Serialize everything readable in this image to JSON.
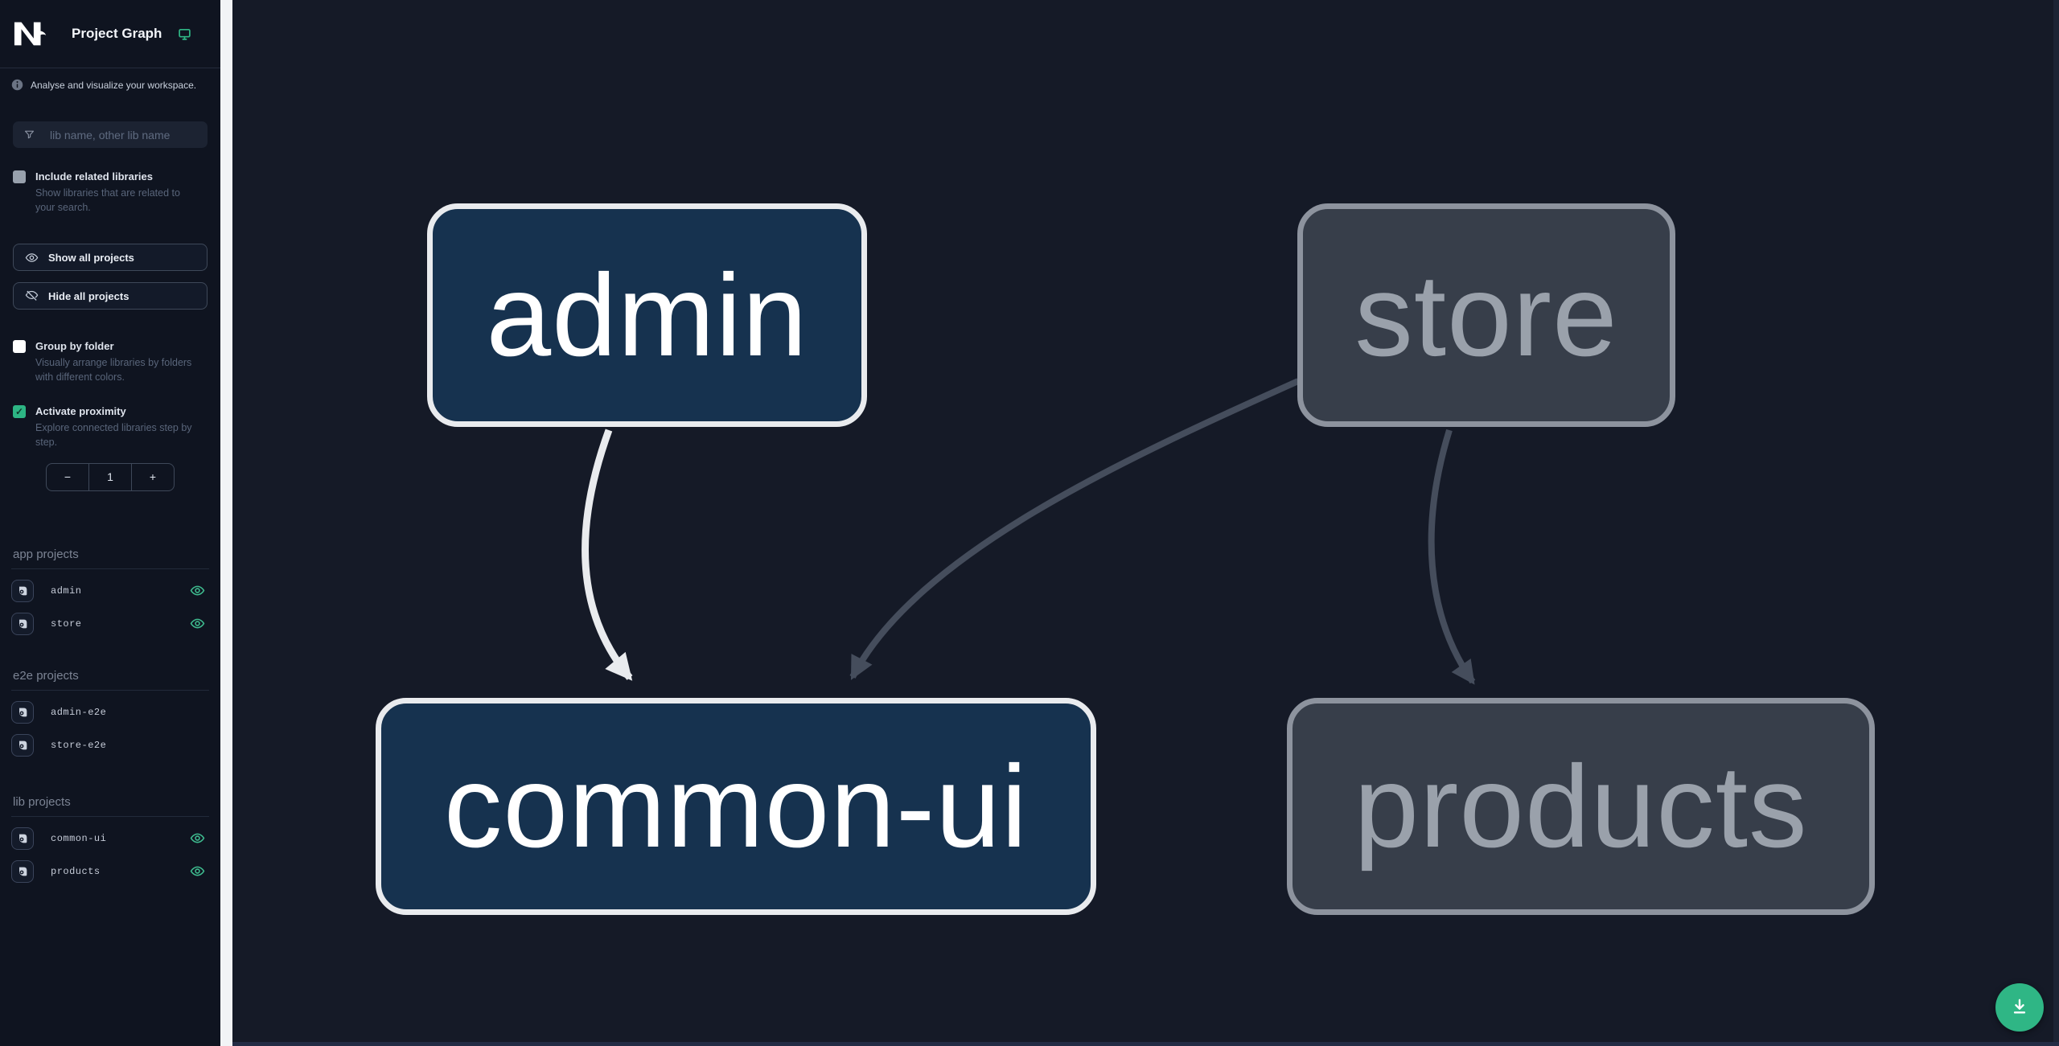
{
  "app": {
    "title": "Project Graph"
  },
  "sidebar": {
    "tagline": "Analyse and visualize your workspace.",
    "search": {
      "placeholder": "lib name, other lib name",
      "value": ""
    },
    "checkboxes": {
      "include_related": {
        "label": "Include related libraries",
        "description": "Show libraries that are related to your search.",
        "checked": false
      },
      "group_by_folder": {
        "label": "Group by folder",
        "description": "Visually arrange libraries by folders with different colors.",
        "checked": false
      },
      "activate_proximity": {
        "label": "Activate proximity",
        "description": "Explore connected libraries step by step.",
        "checked": true
      }
    },
    "buttons": {
      "show_all": "Show all projects",
      "hide_all": "Hide all projects"
    },
    "proximity_stepper": {
      "decrement": "−",
      "value": "1",
      "increment": "+"
    },
    "sections": [
      {
        "heading": "app projects",
        "items": [
          {
            "name": "admin",
            "visible": true
          },
          {
            "name": "store",
            "visible": true
          }
        ]
      },
      {
        "heading": "e2e projects",
        "items": [
          {
            "name": "admin-e2e",
            "visible": false
          },
          {
            "name": "store-e2e",
            "visible": false
          }
        ]
      },
      {
        "heading": "lib projects",
        "items": [
          {
            "name": "common-ui",
            "visible": true
          },
          {
            "name": "products",
            "visible": true
          }
        ]
      }
    ]
  },
  "graph": {
    "nodes": [
      {
        "id": "admin",
        "label": "admin",
        "state": "focused"
      },
      {
        "id": "store",
        "label": "store",
        "state": "muted"
      },
      {
        "id": "common-ui",
        "label": "common-ui",
        "state": "focused"
      },
      {
        "id": "products",
        "label": "products",
        "state": "muted"
      }
    ],
    "edges": [
      {
        "from": "admin",
        "to": "common-ui",
        "state": "highlighted"
      },
      {
        "from": "store",
        "to": "common-ui",
        "state": "muted"
      },
      {
        "from": "store",
        "to": "products",
        "state": "muted"
      }
    ]
  },
  "fab": {
    "action": "save-graph-image"
  },
  "colors": {
    "accent_teal": "#2fb685",
    "focused_node_fill": "#16324f",
    "focused_node_border": "#e9ebee",
    "muted_node_fill": "#373e4a",
    "muted_node_border": "#8d939e",
    "edge_highlight": "#e9ebee",
    "edge_muted": "#454d5c",
    "sidebar_bg": "#0f1420",
    "canvas_bg": "#151a27"
  }
}
